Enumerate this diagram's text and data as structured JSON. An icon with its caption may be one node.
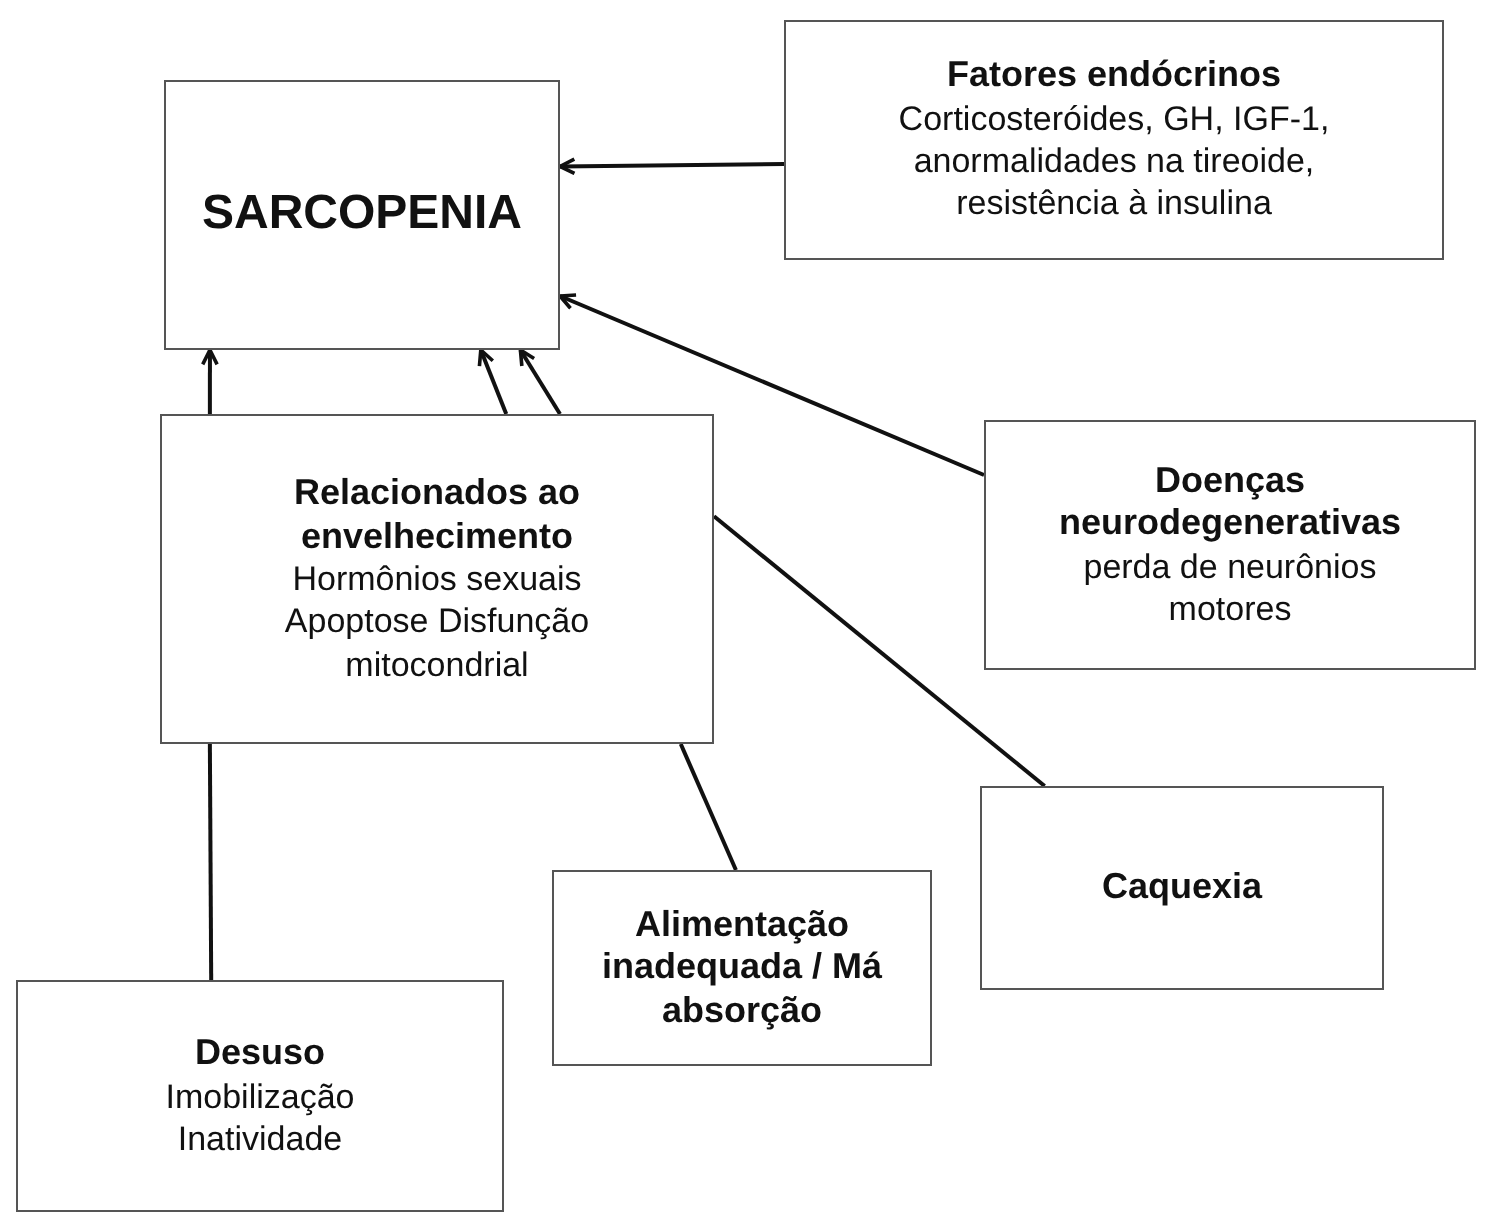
{
  "diagram": {
    "nodes": [
      {
        "text": [
          "SARCOPENIA"
        ]
      },
      {
        "text": [
          "Fatores endócrinos",
          "Corticosteróides, GH, IGF-1, anormalidades na tireoide, resistência à insulina"
        ]
      },
      {
        "text": [
          "Relacionados ao envelhecimento",
          "Hormônios sexuais Apoptose Disfunção mitocondrial"
        ]
      },
      {
        "text": [
          "Doenças neurodegenerativas",
          "perda de neurônios motores"
        ]
      },
      {
        "text": [
          "Caquexia"
        ]
      },
      {
        "text": [
          "Alimentação inadequada / Má absorção"
        ]
      },
      {
        "text": [
          "Desuso",
          "Imobilização Inatividade"
        ]
      }
    ],
    "edges": [
      {
        "from": 1,
        "to": 0,
        "arrow": "to"
      },
      {
        "from": 3,
        "to": 0,
        "arrow": "to"
      },
      {
        "from": 2,
        "to": 0,
        "arrow": "to"
      },
      {
        "from": 2,
        "to": 0,
        "arrow": "to"
      },
      {
        "from": 2,
        "to": 0,
        "arrow": "to"
      },
      {
        "from": 6,
        "to": 2,
        "arrow": "none"
      },
      {
        "from": 5,
        "to": 2,
        "arrow": "none"
      },
      {
        "from": 4,
        "to": 2,
        "arrow": "none"
      }
    ]
  }
}
